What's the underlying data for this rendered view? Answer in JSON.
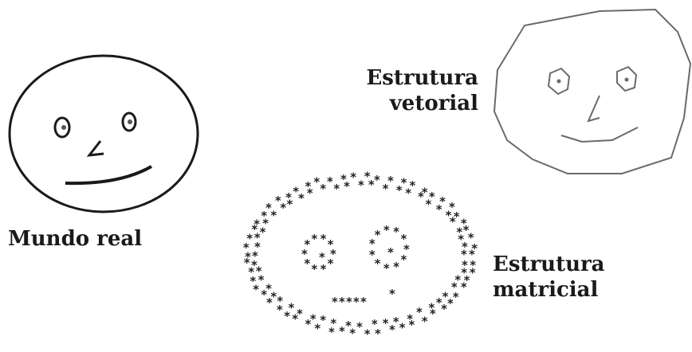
{
  "labels": {
    "mundo_real": "Mundo real",
    "vetorial_line1": "Estrutura",
    "vetorial_line2": "vetorial",
    "matricial_line1": "Estrutura",
    "matricial_line2": "matricial"
  },
  "raster_symbol": "*",
  "colors": {
    "ink": "#1a1a1a",
    "vector_stroke": "#6a6a6a",
    "background": "#ffffff"
  }
}
